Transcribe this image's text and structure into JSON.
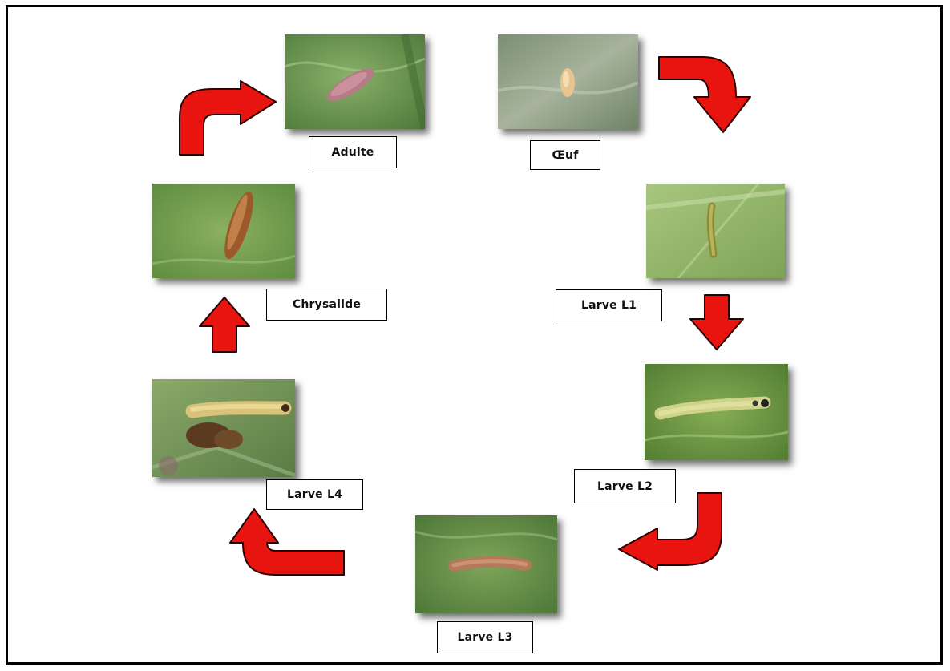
{
  "stages": [
    {
      "id": "oeuf",
      "label": "Œuf"
    },
    {
      "id": "larve-l1",
      "label": "Larve L1"
    },
    {
      "id": "larve-l2",
      "label": "Larve L2"
    },
    {
      "id": "larve-l3",
      "label": "Larve L3"
    },
    {
      "id": "larve-l4",
      "label": "Larve L4"
    },
    {
      "id": "chrysalide",
      "label": "Chrysalide"
    },
    {
      "id": "adulte",
      "label": "Adulte"
    }
  ],
  "colors": {
    "arrow_fill": "#e8140f",
    "arrow_stroke": "#2a0000",
    "leaf": "#6f9a4a"
  }
}
